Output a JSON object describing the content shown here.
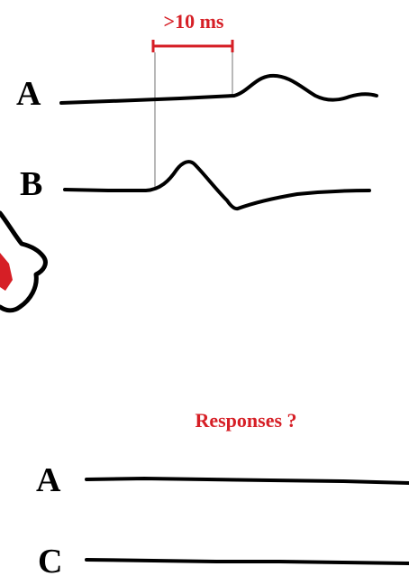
{
  "interval": {
    "label": ">10 ms"
  },
  "top_traces": [
    {
      "label": "A"
    },
    {
      "label": "B"
    }
  ],
  "responses": {
    "title": "Responses ?"
  },
  "bottom_traces": [
    {
      "label": "A"
    },
    {
      "label": "C"
    }
  ],
  "colors": {
    "accent": "#d61f26",
    "ink": "#000000",
    "guide": "#8a8a8a"
  }
}
